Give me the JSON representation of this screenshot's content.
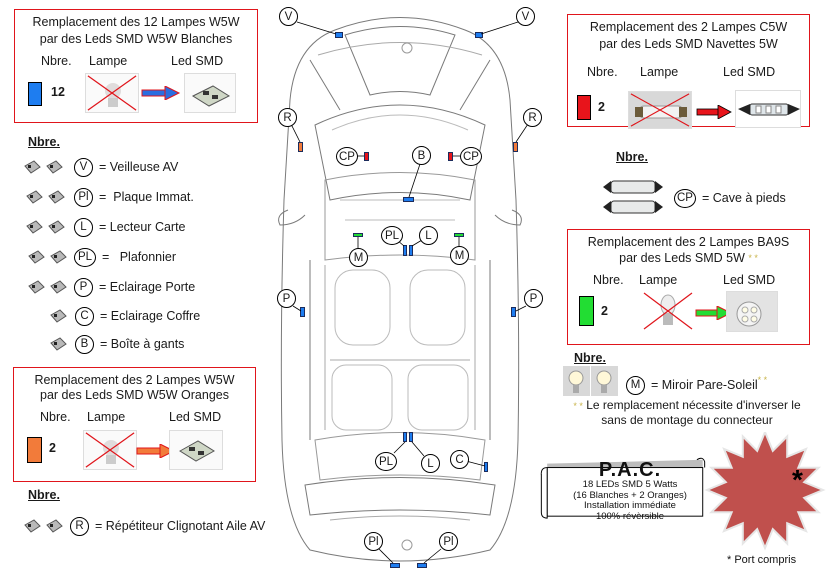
{
  "colors": {
    "box_border": "#e0151b",
    "white_led": "#1e7df0",
    "orange_led": "#f27b3a",
    "red_led": "#e8141b",
    "green_led": "#22dd33",
    "star_fill": "#c0504d",
    "arrow_red": "#e8141b"
  },
  "box_w5w_white": {
    "title_line1": "Remplacement des 12  Lampes W5W",
    "title_line2": "par des Leds SMD W5W Blanches",
    "col_nbre": "Nbre.",
    "col_lampe": "Lampe",
    "col_led": "Led SMD",
    "count": "12",
    "color_key": "white_led"
  },
  "legend_white": {
    "heading": "Nbre.",
    "items": [
      {
        "qty": 2,
        "code": "V",
        "label": "= Veilleuse AV"
      },
      {
        "qty": 2,
        "code": "Pl",
        "label": "=  Plaque Immat."
      },
      {
        "qty": 2,
        "code": "L",
        "label": "= Lecteur Carte"
      },
      {
        "qty": 2,
        "code": "PL",
        "label": "=   Plafonnier"
      },
      {
        "qty": 2,
        "code": "P",
        "label": "= Eclairage Porte"
      },
      {
        "qty": 1,
        "code": "C",
        "label": "= Eclairage Coffre"
      },
      {
        "qty": 1,
        "code": "B",
        "label": "= Boîte à gants"
      }
    ]
  },
  "box_w5w_orange": {
    "title_line1": "Remplacement des 2 Lampes W5W",
    "title_line2": "par des Leds SMD W5W Oranges",
    "col_nbre": "Nbre.",
    "col_lampe": "Lampe",
    "col_led": "Led SMD",
    "count": "2",
    "color_key": "orange_led"
  },
  "legend_orange": {
    "heading": "Nbre.",
    "items": [
      {
        "qty": 2,
        "code": "R",
        "label": "= Répétiteur Clignotant Aile AV"
      }
    ]
  },
  "box_c5w": {
    "title_line1": "Remplacement des 2 Lampes  C5W",
    "title_line2": "par des Leds SMD Navettes 5W",
    "col_nbre": "Nbre.",
    "col_lampe": "Lampe",
    "col_led": "Led SMD",
    "count": "2",
    "color_key": "red_led"
  },
  "legend_c5w": {
    "heading": "Nbre.",
    "items": [
      {
        "qty": 2,
        "code": "CP",
        "label": "= Cave à pieds"
      }
    ]
  },
  "box_ba9s": {
    "title_line1": "Remplacement des  2 Lampes BA9S",
    "title_line2": "par des Leds SMD  5W",
    "title_suffix": "* *",
    "col_nbre": "Nbre.",
    "col_lampe": "Lampe",
    "col_led": "Led SMD",
    "count": "2",
    "color_key": "green_led"
  },
  "legend_ba9s": {
    "heading": "Nbre.",
    "items": [
      {
        "qty": 2,
        "code": "M",
        "label": "= Miroir Pare-Soleil",
        "suffix": "* *"
      }
    ],
    "note_prefix": "* *",
    "note_line1": " Le remplacement nécessite d'inverser le",
    "note_line2": "sans de montage du  connecteur"
  },
  "car_labels": {
    "V_left": "V",
    "V_right": "V",
    "R_left": "R",
    "R_right": "R",
    "CP_left": "CP",
    "CP_right": "CP",
    "B": "B",
    "PL_front": "PL",
    "L_front": "L",
    "M_left": "M",
    "M_right": "M",
    "P_left": "P",
    "P_right": "P",
    "PL_rear": "PL",
    "L_rear": "L",
    "C": "C",
    "Pl_left": "Pl",
    "Pl_right": "Pl"
  },
  "pac": {
    "title": "P.A.C.",
    "line1": "18 LEDs SMD 5 Watts",
    "line2": "(16 Blanches + 2 Oranges)",
    "line3": "Installation immédiate",
    "line4": "100% révèrsible"
  },
  "price_star": {
    "asterisk": "*",
    "footnote": "* Port compris"
  }
}
